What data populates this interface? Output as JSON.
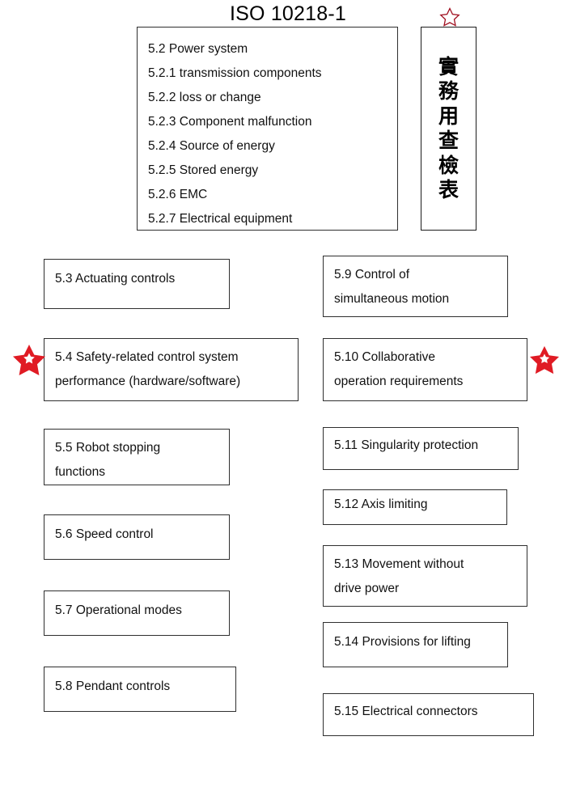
{
  "page": {
    "title": "ISO 10218-1",
    "background_color": "#ffffff",
    "border_color": "#2f2f2f",
    "star_fill_color": "#e01b24",
    "star_outline_color": "#a01020"
  },
  "vertical_title": {
    "name": "practical-inspection-checklist",
    "full_text": "實務用查檢表",
    "chars": [
      "實",
      "務",
      "用",
      "查",
      "檢",
      "表"
    ]
  },
  "power_system_box": {
    "name": "5.2 Power system list",
    "items": [
      "5.2 Power system",
      "5.2.1 transmission components",
      "5.2.2 loss or change",
      "5.2.3 Component malfunction",
      "5.2.4 Source of energy",
      "5.2.5 Stored energy",
      "5.2.6 EMC",
      "5.2.7 Electrical equipment"
    ]
  },
  "left_column": [
    {
      "id": "5-3",
      "lines": [
        "5.3 Actuating controls"
      ],
      "starred": false
    },
    {
      "id": "5-4",
      "lines": [
        "5.4 Safety-related control system",
        "performance (hardware/software)"
      ],
      "starred": true
    },
    {
      "id": "5-5",
      "lines": [
        "5.5 Robot stopping",
        "functions"
      ],
      "starred": false
    },
    {
      "id": "5-6",
      "lines": [
        "5.6 Speed control"
      ],
      "starred": false
    },
    {
      "id": "5-7",
      "lines": [
        "5.7 Operational modes"
      ],
      "starred": false
    },
    {
      "id": "5-8",
      "lines": [
        "5.8 Pendant controls"
      ],
      "starred": false
    }
  ],
  "right_column": [
    {
      "id": "5-9",
      "lines": [
        "5.9 Control of",
        "simultaneous motion"
      ],
      "starred": false
    },
    {
      "id": "5-10",
      "lines": [
        "5.10 Collaborative",
        "operation requirements"
      ],
      "starred": true
    },
    {
      "id": "5-11",
      "lines": [
        "5.11 Singularity protection"
      ],
      "starred": false
    },
    {
      "id": "5-12",
      "lines": [
        "5.12 Axis limiting"
      ],
      "starred": false
    },
    {
      "id": "5-13",
      "lines": [
        "5.13 Movement without",
        "drive power"
      ],
      "starred": false
    },
    {
      "id": "5-14",
      "lines": [
        "5.14 Provisions for lifting"
      ],
      "starred": false
    },
    {
      "id": "5-15",
      "lines": [
        "5.15 Electrical connectors"
      ],
      "starred": false
    }
  ],
  "stars": {
    "top_outline": "star-outline-icon",
    "left_marker": "star-filled-icon",
    "right_marker": "star-filled-icon"
  }
}
